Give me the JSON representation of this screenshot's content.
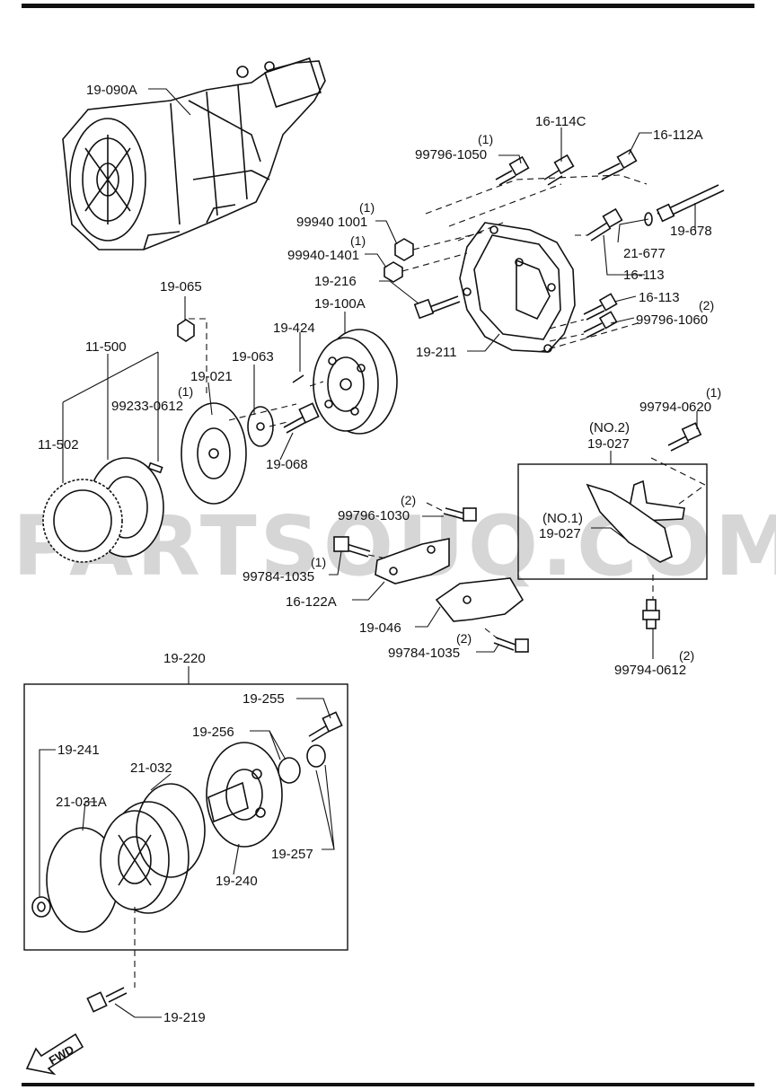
{
  "watermark": "PARTSOUQ.COM",
  "fwd_label": "FWD",
  "labels": {
    "l_19_090A": "19-090A",
    "l_16_114C": "16-114C",
    "l_16_112A": "16-112A",
    "l_99796_1050": "99796-1050",
    "q_99796_1050": "(1)",
    "l_99940_1001": "99940 1001",
    "q_99940_1001": "(1)",
    "l_99940_1401": "99940-1401",
    "q_99940_1401": "(1)",
    "l_19_678": "19-678",
    "l_21_677": "21-677",
    "l_16_113_a": "16-113",
    "l_16_113_b": "16-113",
    "l_99796_1060": "99796-1060",
    "q_99796_1060": "(2)",
    "l_19_216": "19-216",
    "l_19_211": "19-211",
    "l_19_065": "19-065",
    "l_19_100A": "19-100A",
    "l_19_424": "19-424",
    "l_11_500": "11-500",
    "l_19_063": "19-063",
    "l_19_021": "19-021",
    "l_99233_0612": "99233-0612",
    "q_99233_0612": "(1)",
    "l_11_502": "11-502",
    "l_19_068": "19-068",
    "l_99794_0620": "99794-0620",
    "q_99794_0620": "(1)",
    "l_no2": "(NO.2)",
    "l_19_027_a": "19-027",
    "l_no1": "(NO.1)",
    "l_19_027_b": "19-027",
    "l_99796_1030": "99796-1030",
    "q_99796_1030": "(2)",
    "l_99784_1035_a": "99784-1035",
    "q_99784_1035_a": "(1)",
    "l_16_122A": "16-122A",
    "l_19_046": "19-046",
    "l_99784_1035_b": "99784-1035",
    "q_99784_1035_b": "(2)",
    "l_99794_0612": "99794-0612",
    "q_99794_0612": "(2)",
    "l_19_220": "19-220",
    "l_19_255": "19-255",
    "l_19_256": "19-256",
    "l_19_241": "19-241",
    "l_21_032": "21-032",
    "l_21_031A": "21-031A",
    "l_19_240": "19-240",
    "l_19_257": "19-257",
    "l_19_219": "19-219"
  }
}
